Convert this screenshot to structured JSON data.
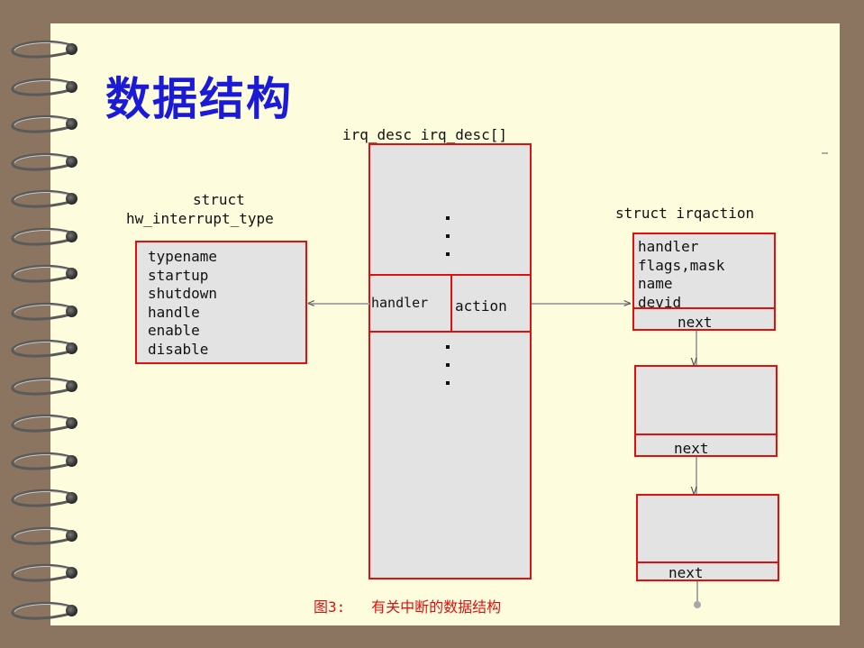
{
  "title": "数据结构",
  "irq_desc_label": "irq_desc irq_desc[]",
  "hw_label": {
    "line1": "struct",
    "line2": "hw_interrupt_type"
  },
  "hw_fields": [
    "typename",
    "startup",
    "shutdown",
    "handle",
    "enable",
    "disable"
  ],
  "desc_cells": {
    "handler": "handler",
    "action": "action"
  },
  "irqaction_label": "struct irqaction",
  "irqaction_fields": [
    "handler",
    "flags,mask",
    "name",
    "devid"
  ],
  "next_labels": [
    "next",
    "next",
    "next"
  ],
  "caption": "图3:   有关中断的数据结构"
}
